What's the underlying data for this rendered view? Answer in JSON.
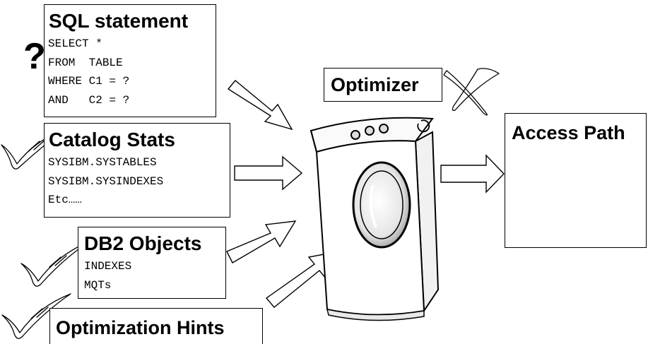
{
  "sql_box": {
    "title": "SQL statement",
    "lines": [
      "SELECT *",
      "FROM  TABLE",
      "WHERE C1 = ?",
      "AND   C2 = ?"
    ]
  },
  "question_mark": "?",
  "catalog_box": {
    "title": "Catalog Stats",
    "lines": [
      "SYSIBM.SYSTABLES",
      "SYSIBM.SYSINDEXES",
      "Etc……"
    ]
  },
  "db2_box": {
    "title": "DB2 Objects",
    "lines": [
      "INDEXES",
      "MQTs"
    ]
  },
  "hints_box": {
    "title": "Optimization Hints"
  },
  "optimizer_box": {
    "title": "Optimizer"
  },
  "access_path_box": {
    "title": "Access Path"
  },
  "colors": {
    "border": "#000000",
    "arrow_fill": "#ffffff",
    "star": "#8f8f8f",
    "rays": "#b5b5b5"
  }
}
